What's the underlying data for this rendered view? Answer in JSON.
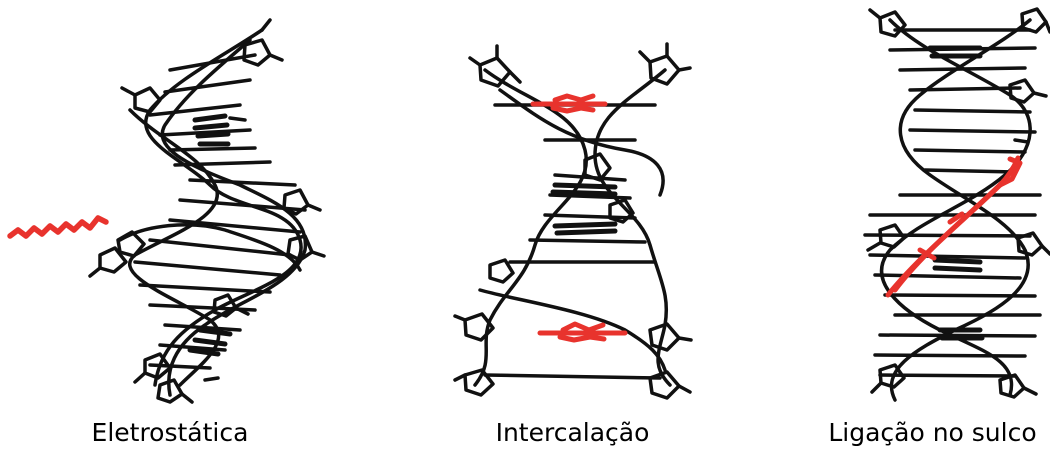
{
  "colors": {
    "dna": "#111111",
    "ligand": "#e8332d",
    "background": "#ffffff"
  },
  "panels": [
    {
      "caption": "Eletrostática",
      "ligand_icon": "ligand-electrostatic-icon"
    },
    {
      "caption": "Intercalação",
      "ligand_icon": "ligand-intercalation-icon"
    },
    {
      "caption": "Ligação no sulco",
      "ligand_icon": "ligand-groove-icon"
    }
  ]
}
